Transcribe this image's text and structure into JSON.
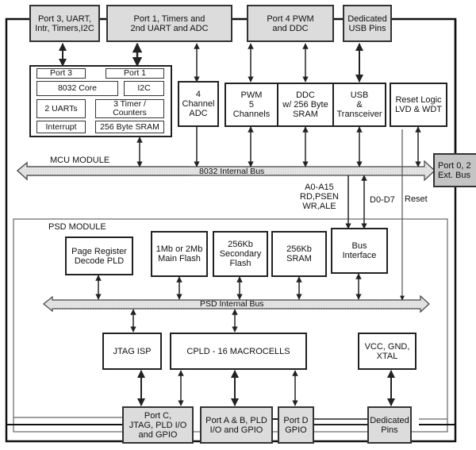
{
  "diagram": {
    "title": "MCU + PSD Module Block Diagram",
    "colors": {
      "line": "#222222",
      "port_fill": "#dcdcdc",
      "ext_port_fill": "#c4c4c4",
      "bus_fill": "#e2e2e2",
      "module_border": "#666666"
    },
    "top_ports": {
      "port3": "Port 3, UART,\nIntr, Timers,I2C",
      "port1": "Port 1, Timers and\n2nd UART and ADC",
      "port4": "Port 4 PWM\nand DDC",
      "usb_pins": "Dedicated\nUSB Pins"
    },
    "mcu_module": {
      "label": "MCU MODULE",
      "core_block": {
        "port3": "Port 3",
        "port1": "Port 1",
        "core": "8032 Core",
        "i2c": "I2C",
        "uarts": "2 UARTs",
        "timers": "3 Timer /\nCounters",
        "interrupt": "Interrupt",
        "sram": "256 Byte SRAM"
      },
      "adc": "4\nChannel\nADC",
      "pwm": "PWM\n5\nChannels",
      "ddc": "DDC\nw/ 256 Byte\nSRAM",
      "usb": "USB\n&\nTransceiver",
      "reset_logic": "Reset Logic\nLVD & WDT",
      "bus_label": "8032 Internal  Bus"
    },
    "ext_port": "Port 0, 2\nExt. Bus",
    "signals": {
      "address": "A0-A15\nRD,PSEN\nWR,ALE",
      "data": "D0-D7",
      "reset": "Reset"
    },
    "psd_module": {
      "label": "PSD MODULE",
      "page_register": "Page Register\nDecode PLD",
      "main_flash": "1Mb or 2Mb\nMain Flash",
      "secondary_flash": "256Kb\nSecondary\nFlash",
      "sram": "256Kb\nSRAM",
      "bus_interface": "Bus\nInterface",
      "bus_label": "PSD Internal  Bus",
      "jtag": "JTAG ISP",
      "cpld": "CPLD - 16 MACROCELLS",
      "power": "VCC, GND,\nXTAL"
    },
    "bottom_ports": {
      "port_c": "Port C,\nJTAG, PLD I/O\nand GPIO",
      "port_ab": "Port A & B, PLD\nI/O and GPIO",
      "port_d": "Port D\nGPIO",
      "dedicated_pins": "Dedicated\nPins"
    }
  }
}
